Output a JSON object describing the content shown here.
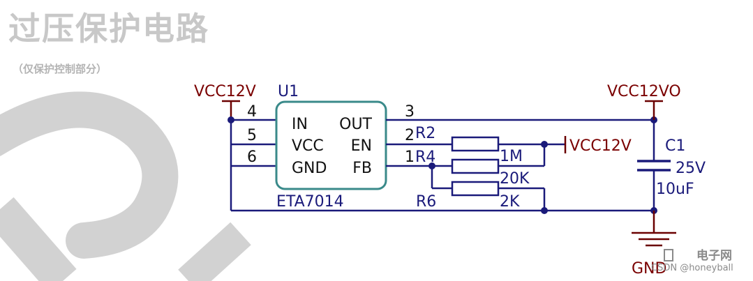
{
  "header": {
    "title": "过压保护电路",
    "subtitle": "（仅保护控制部分）"
  },
  "schematic": {
    "ic": {
      "designator": "U1",
      "part": "ETA7014",
      "pin_numbers": [
        "4",
        "5",
        "6",
        "3",
        "2",
        "1"
      ],
      "pin_names": [
        "IN",
        "VCC",
        "GND",
        "OUT",
        "EN",
        "FB"
      ]
    },
    "nets": {
      "vcc_in": "VCC12V",
      "vcc_out": "VCC12VO",
      "vcc_en": "VCC12V",
      "ground": "GND"
    },
    "resistors": [
      {
        "designator": "R2",
        "value": "1M"
      },
      {
        "designator": "R4",
        "value": "20K"
      },
      {
        "designator": "R6",
        "value": "2K"
      }
    ],
    "capacitor": {
      "designator": "C1",
      "voltage": "25V",
      "capacitance": "10uF"
    }
  },
  "watermark": {
    "site": "电子网",
    "credit": "CSDN @honeyball"
  },
  "colors": {
    "wire": "#1a1a7a",
    "pin": "#6a0000",
    "net_label": "#7a0000",
    "ic_outline": "#3a8a8a",
    "resistor_outline": "#1a1a7a",
    "title": "#c8c8c8"
  }
}
